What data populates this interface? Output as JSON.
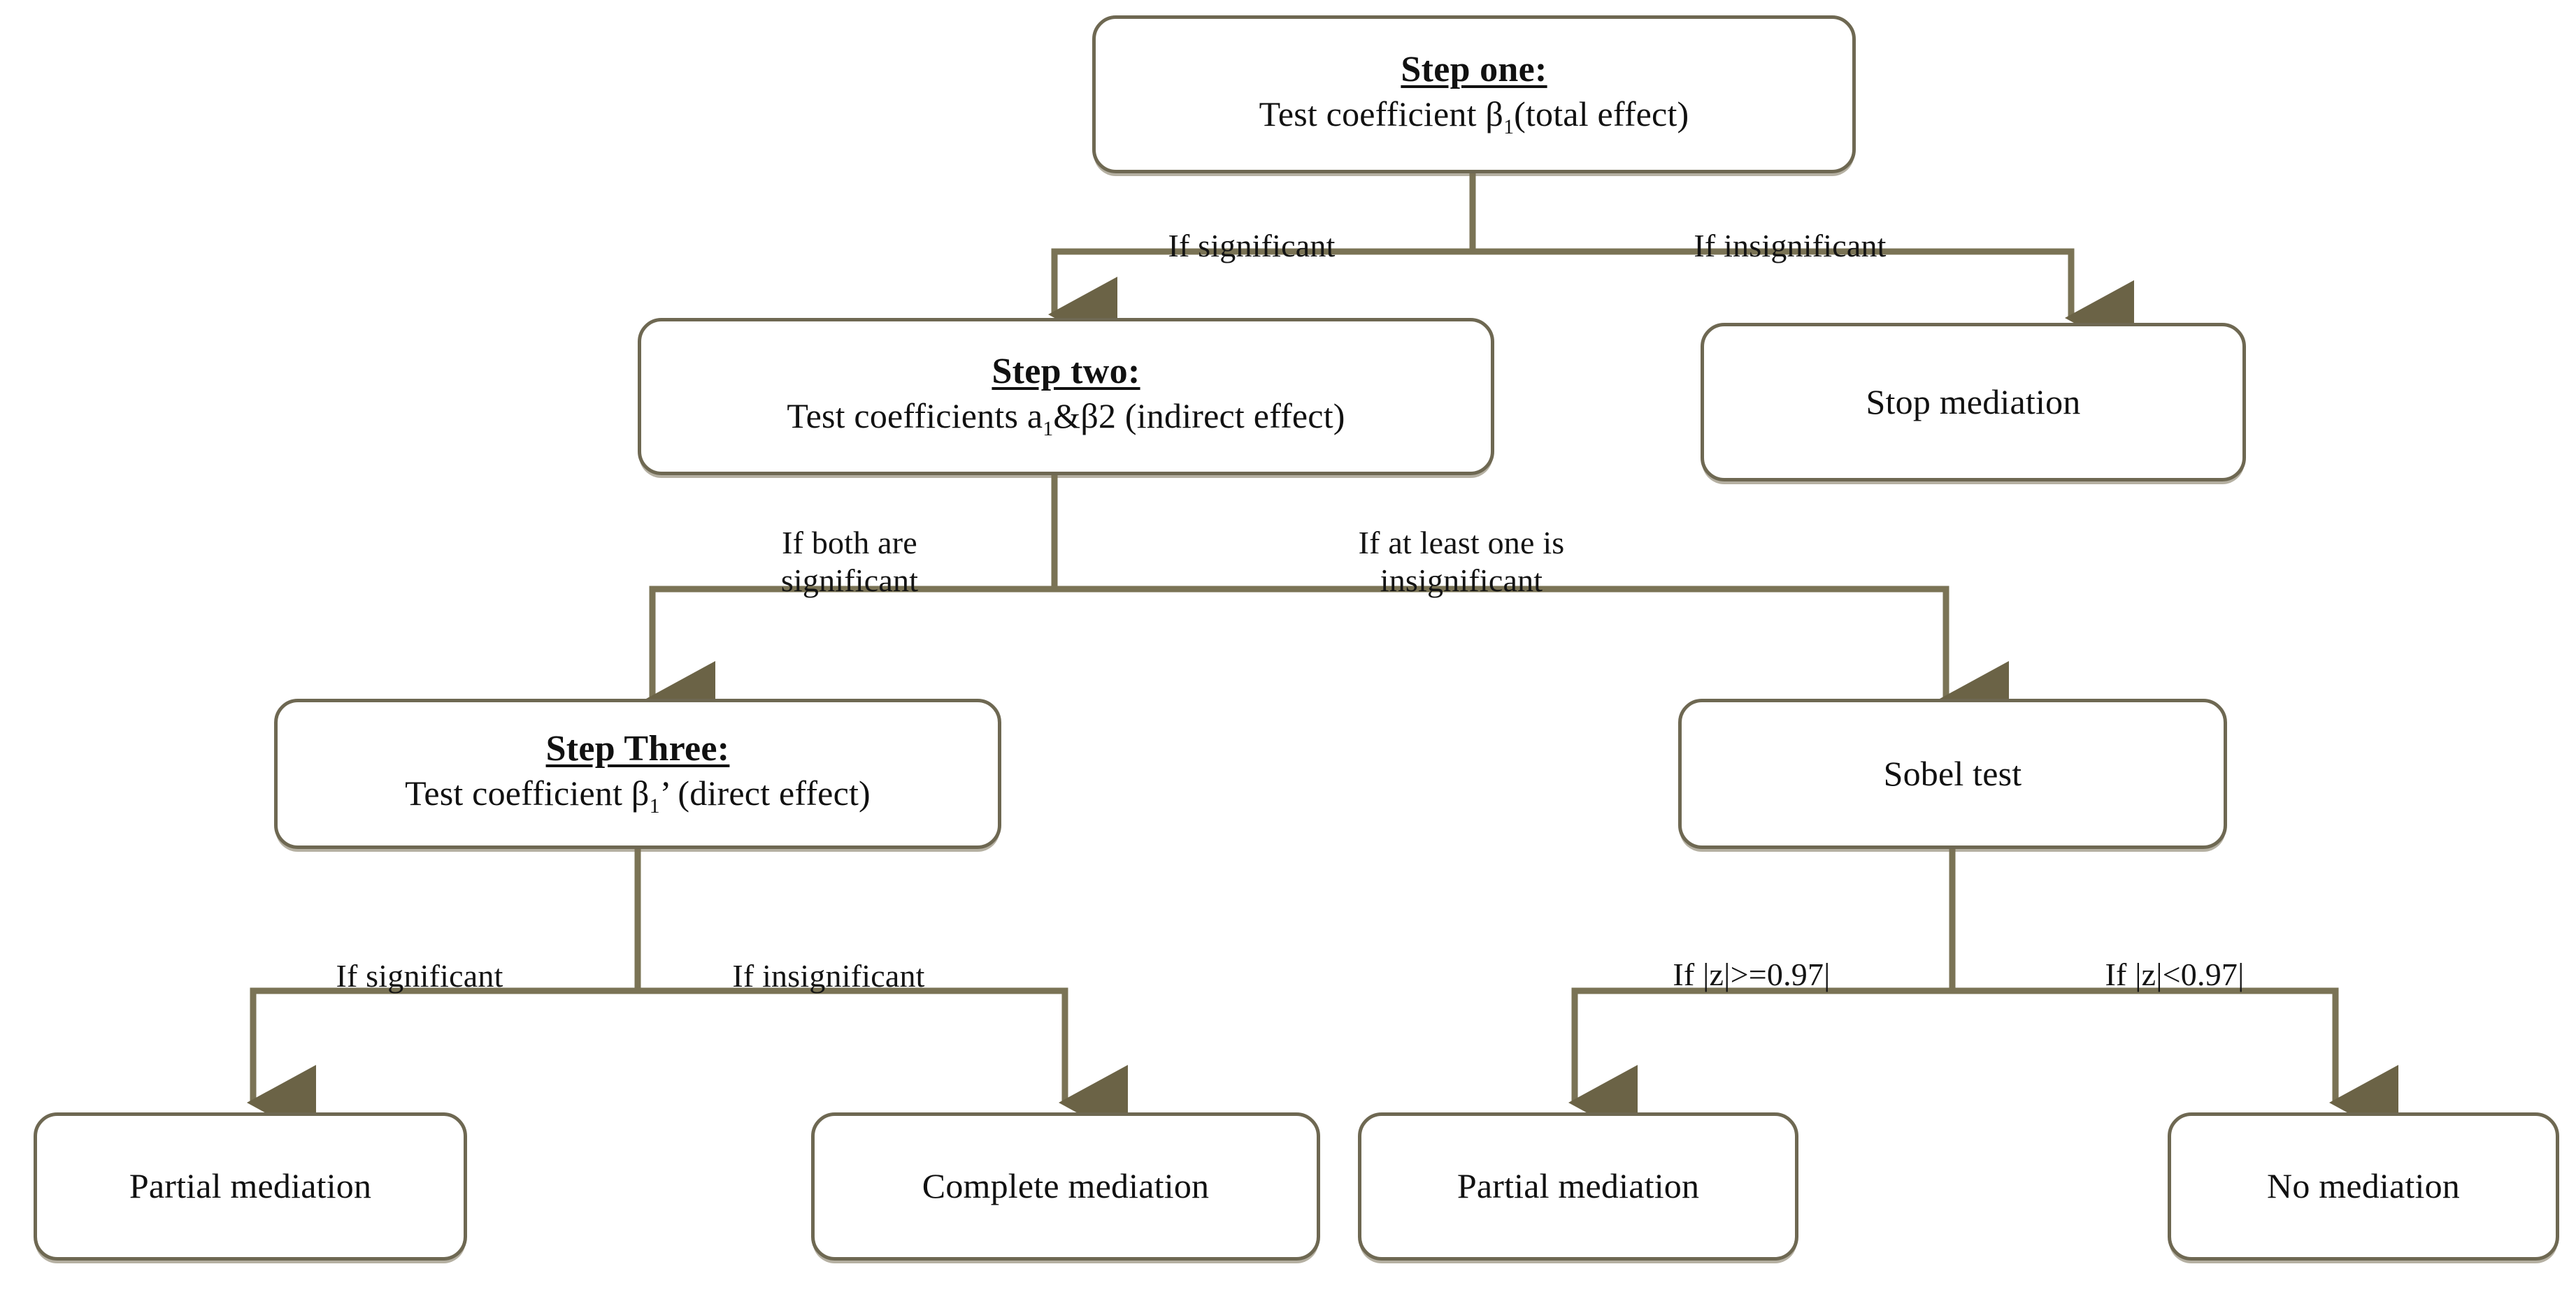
{
  "diagram": {
    "title_text": "Mediation testing decision flowchart",
    "colors": {
      "box_border": "#6e6852",
      "connector": "#7a7355",
      "text": "#111111",
      "background": "#ffffff"
    },
    "nodes": {
      "step_one": {
        "title": "Step one:",
        "body_pre": "Test coefficient β",
        "body_sub": "1",
        "body_post": "(total effect)"
      },
      "step_two": {
        "title": "Step two:",
        "body_pre": "Test coefficients a",
        "body_sub": "1",
        "body_post": "&β2 (indirect effect)"
      },
      "step_three": {
        "title": "Step Three:",
        "body_pre": "Test coefficient β",
        "body_sub": "1",
        "body_post": "’ (direct effect)"
      },
      "stop_mediation": {
        "label": "Stop mediation"
      },
      "sobel_test": {
        "label": "Sobel test"
      },
      "partial_mediation_left": {
        "label": "Partial mediation"
      },
      "complete_mediation": {
        "label": "Complete mediation"
      },
      "partial_mediation_right": {
        "label": "Partial mediation"
      },
      "no_mediation": {
        "label": "No mediation"
      }
    },
    "edge_labels": {
      "if_significant_1": "If significant",
      "if_insignificant_1": "If insignificant",
      "if_both_significant": "If both are\nsignificant",
      "if_at_least_one_insignificant": "If at least one is\ninsignificant",
      "if_significant_2": "If significant",
      "if_insignificant_2": "If insignificant",
      "if_z_ge": "If |z|>=0.97|",
      "if_z_lt": "If |z|<0.97|"
    }
  }
}
